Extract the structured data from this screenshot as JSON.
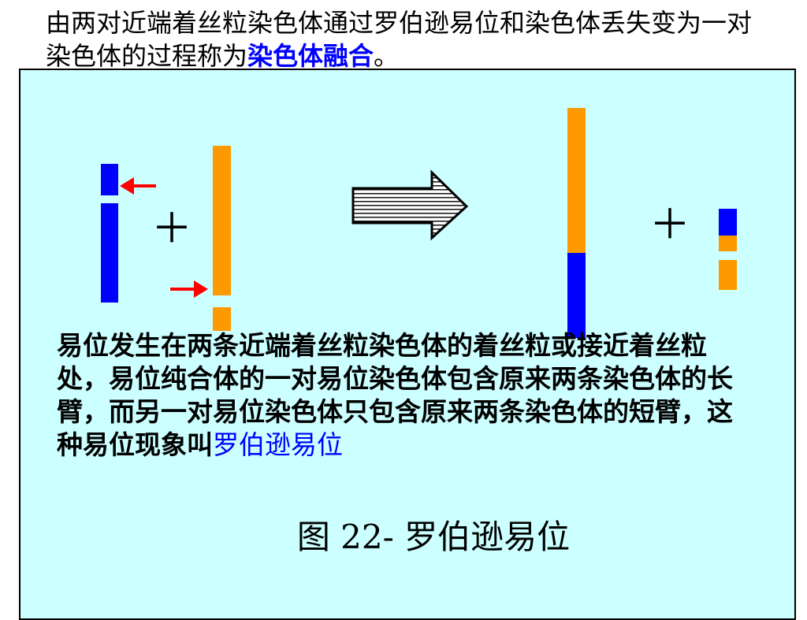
{
  "heading": {
    "text": "由两对近端着丝粒染色体通过罗伯逊易位和染色体丢失变为一对染色体的过程称为",
    "highlight": "染色体融合",
    "suffix": "。"
  },
  "diagram": {
    "plus_symbol": "＋",
    "colors": {
      "long_arm": "#ff9900",
      "short_arm": "#0000ff",
      "pointer_arrow": "#ff0000",
      "panel": "#ccffff"
    }
  },
  "description": {
    "text": "易位发生在两条近端着丝粒染色体的着丝粒或接近着丝粒处，易位纯合体的一对易位染色体包含原来两条染色体的长臂，而另一对易位染色体只包含原来两条染色体的短臂，这种易位现象叫",
    "highlight": "罗伯逊易位"
  },
  "caption": "图 22- 罗伯逊易位"
}
